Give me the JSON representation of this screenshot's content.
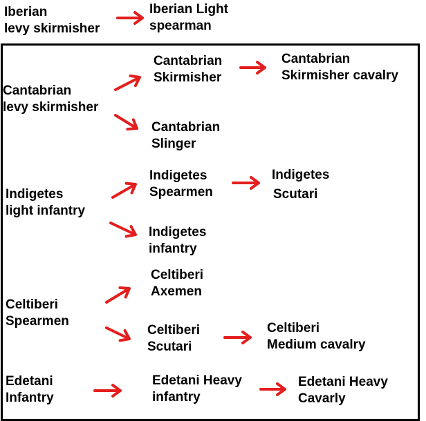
{
  "colors": {
    "arrow": "#e41e1e",
    "text": "#000000",
    "border": "#000000",
    "background": "#ffffff"
  },
  "header": {
    "source": {
      "line1": "Iberian",
      "line2": "levy skirmisher"
    },
    "target": {
      "line1": "Iberian Light",
      "line2": "spearman"
    }
  },
  "groups": {
    "cantabrian": {
      "root": {
        "line1": "Cantabrian",
        "line2": "levy skirmisher"
      },
      "skirmisher": {
        "line1": "Cantabrian",
        "line2": "Skirmisher"
      },
      "skirmisher_cavalry": {
        "line1": "Cantabrian",
        "line2": "Skirmisher cavalry"
      },
      "slinger": {
        "line1": "Cantabrian",
        "line2": "Slinger"
      }
    },
    "indigetes": {
      "root": {
        "line1": "Indigetes",
        "line2": "light infantry"
      },
      "spearmen": {
        "line1": "Indigetes",
        "line2": "Spearmen"
      },
      "scutari": {
        "line1": "Indigetes",
        "line2": "Scutari"
      },
      "infantry": {
        "line1": "Indigetes",
        "line2": "infantry"
      }
    },
    "celtiberi": {
      "root": {
        "line1": "Celtiberi",
        "line2": "Spearmen"
      },
      "axemen": {
        "line1": "Celtiberi",
        "line2": "Axemen"
      },
      "scutari": {
        "line1": "Celtiberi",
        "line2": "Scutari"
      },
      "medium_cavalry": {
        "line1": "Celtiberi",
        "line2": "Medium cavalry"
      }
    },
    "edetani": {
      "root": {
        "line1": "Edetani",
        "line2": "Infantry"
      },
      "heavy_infantry": {
        "line1": "Edetani Heavy",
        "line2": "infantry"
      },
      "heavy_cavalry": {
        "line1": "Edetani Heavy",
        "line2": "Cavarly"
      }
    }
  }
}
